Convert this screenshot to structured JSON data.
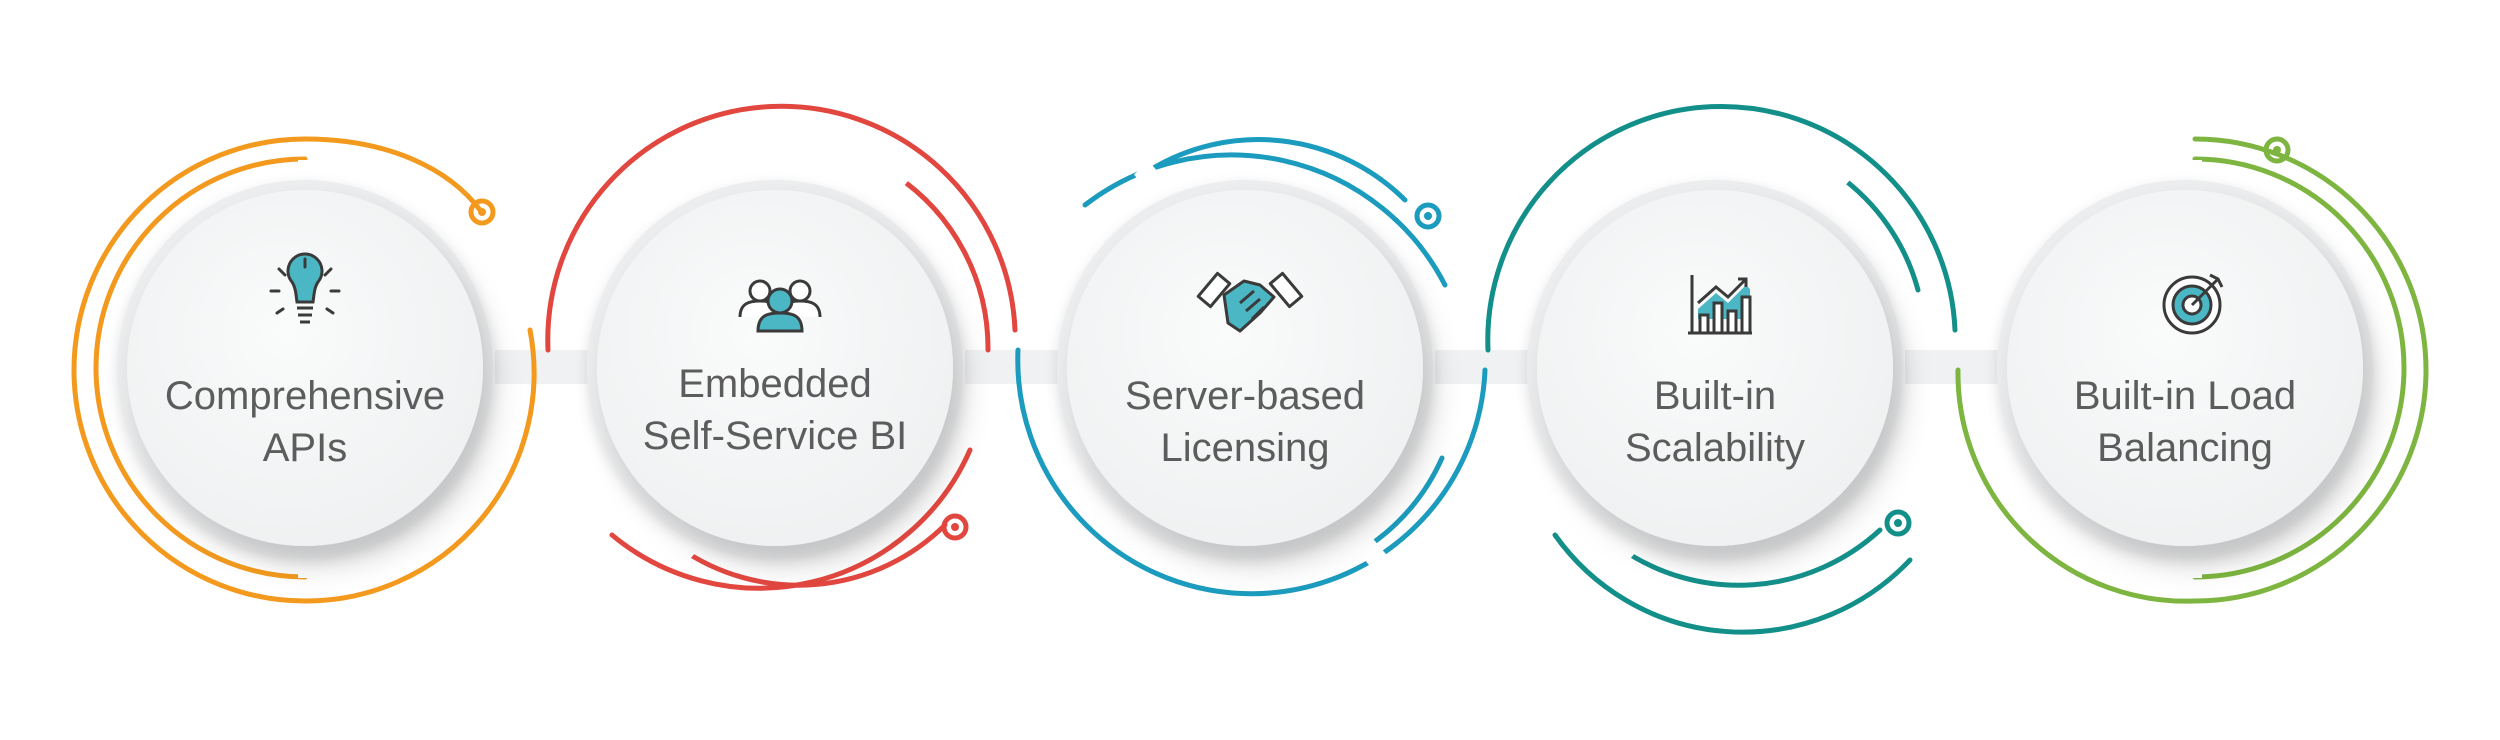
{
  "colors": {
    "orange": "#f39a1e",
    "red": "#e2473f",
    "blue": "#1b9bbd",
    "teal": "#138f8a",
    "green": "#7db540",
    "icon_accent": "#4bb7c4",
    "icon_line": "#3a3a3a",
    "text": "#5c5c5c",
    "circle_fill": "#f2f4f5"
  },
  "steps": [
    {
      "lines": [
        "Comprehensive",
        "APIs"
      ],
      "icon": "lightbulb-icon",
      "color": "orange"
    },
    {
      "lines": [
        "Embedded",
        "Self-Service BI"
      ],
      "icon": "users-icon",
      "color": "red"
    },
    {
      "lines": [
        "Server-based",
        "Licensing"
      ],
      "icon": "handshake-icon",
      "color": "blue"
    },
    {
      "lines": [
        "Built-in",
        "Scalability"
      ],
      "icon": "growth-chart-icon",
      "color": "teal"
    },
    {
      "lines": [
        "Built-in Load",
        "Balancing"
      ],
      "icon": "target-icon",
      "color": "green"
    }
  ]
}
